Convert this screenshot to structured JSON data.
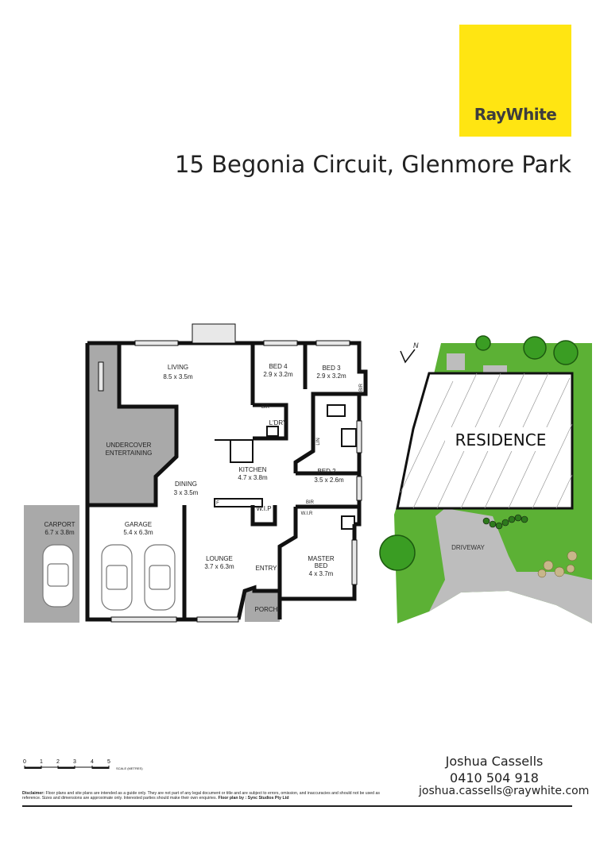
{
  "brand": {
    "name": "RayWhite",
    "accent": "#ffe512"
  },
  "address": "15 Begonia Circuit, Glenmore Park",
  "rooms": {
    "living": {
      "name": "LIVING",
      "dims": "8.5 x 3.5m"
    },
    "bed4": {
      "name": "BED 4",
      "dims": "2.9 x 3.2m"
    },
    "bed3": {
      "name": "BED 3",
      "dims": "2.9 x 3.2m"
    },
    "undercover": {
      "line1": "UNDERCOVER",
      "line2": "ENTERTAINING"
    },
    "laundry": {
      "name": "L'DRY"
    },
    "kitchen": {
      "name": "KITCHEN",
      "dims": "4.7 x 3.8m"
    },
    "bed2": {
      "name": "BED 2",
      "dims": "3.5 x 2.6m"
    },
    "dining": {
      "name": "DINING",
      "dims": "3 x 3.5m"
    },
    "wip": {
      "name": "W.I.P"
    },
    "carport": {
      "name": "CARPORT",
      "dims": "6.7 x 3.8m"
    },
    "garage": {
      "name": "GARAGE",
      "dims": "5.4 x 6.3m"
    },
    "lounge": {
      "name": "LOUNGE",
      "dims": "3.7 x 6.3m"
    },
    "entry": {
      "name": "ENTRY"
    },
    "master": {
      "line1": "MASTER",
      "line2": "BED",
      "dims": "4 x 3.7m"
    },
    "porch": {
      "name": "PORCH"
    },
    "bir_a": "BIR",
    "bir_b": "BIR",
    "bir_c": "BIR",
    "wir": "W.I.R",
    "lin": "LIN",
    "fridge": "F"
  },
  "site": {
    "residence": "RESIDENCE",
    "driveway": "DRIVEWAY",
    "north": "N"
  },
  "scale": {
    "ticks": [
      "0",
      "1",
      "2",
      "3",
      "4",
      "5"
    ],
    "label": "SCALE (METRES)"
  },
  "contact": {
    "name": "Joshua Cassells",
    "phone": "0410 504 918",
    "email": "joshua.cassells@raywhite.com"
  },
  "disclaimer": {
    "label": "Disclaimer:",
    "text": "Floor plans and site plans are intended as a guide only. They are not part of any legal document or title and are subject to errors, omission, and inaccuracies and should not be used as reference. Sizes and dimensions are approximate only. Interested parties should make their own enquiries.",
    "credit": "Floor plan by : Sync Studios Pty Ltd"
  }
}
